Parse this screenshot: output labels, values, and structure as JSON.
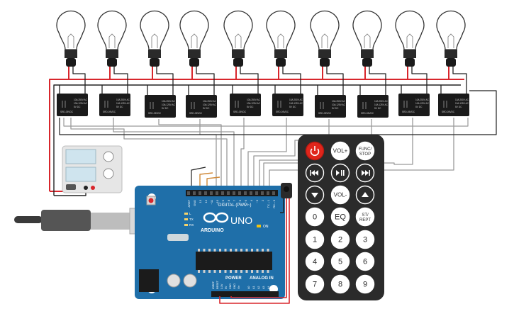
{
  "circuit": {
    "bulb_count": 10,
    "relay_label": "5V DC",
    "relay_rating_lines": [
      "10A 250V AC",
      "10A 125V AC"
    ],
    "relay_model": "SRD-05VDC"
  },
  "board": {
    "arduino_brand": "ARDUINO",
    "model": "UNO",
    "digital_label": "DIGITAL (PWM~)",
    "power_label": "POWER",
    "analog_label": "ANALOG IN",
    "on_label": "ON",
    "led_labels": [
      "L",
      "TX",
      "RX"
    ],
    "power_pins": [
      "IOREF",
      "RESET",
      "3.3V",
      "5V",
      "GND",
      "GND",
      "Vin"
    ],
    "analog_pins": [
      "A0",
      "A1",
      "A2",
      "A3",
      "A4",
      "A5"
    ],
    "digital_pins": [
      "AREF",
      "GND",
      "13",
      "12",
      "~11",
      "~10",
      "~9",
      "8",
      "7",
      "~6",
      "~5",
      "4",
      "~3",
      "2",
      "TX→1",
      "RX←0"
    ]
  },
  "remote": {
    "buttons": [
      [
        "power-icon",
        "VOL+",
        "FUNC/STOP"
      ],
      [
        "prev-icon",
        "play-pause-icon",
        "next-icon"
      ],
      [
        "down-icon",
        "VOL-",
        "up-icon"
      ],
      [
        "0",
        "EQ",
        "ST/REPT"
      ],
      [
        "1",
        "2",
        "3"
      ],
      [
        "4",
        "5",
        "6"
      ],
      [
        "7",
        "8",
        "9"
      ]
    ]
  },
  "colors": {
    "board": "#1f6fa9",
    "wire_red": "#d8262c",
    "wire_black": "#222222",
    "wire_gray": "#9a9a9a",
    "wire_orange": "#d08a3a",
    "remote_body": "#2b2b2b",
    "power_button": "#e0251b"
  }
}
